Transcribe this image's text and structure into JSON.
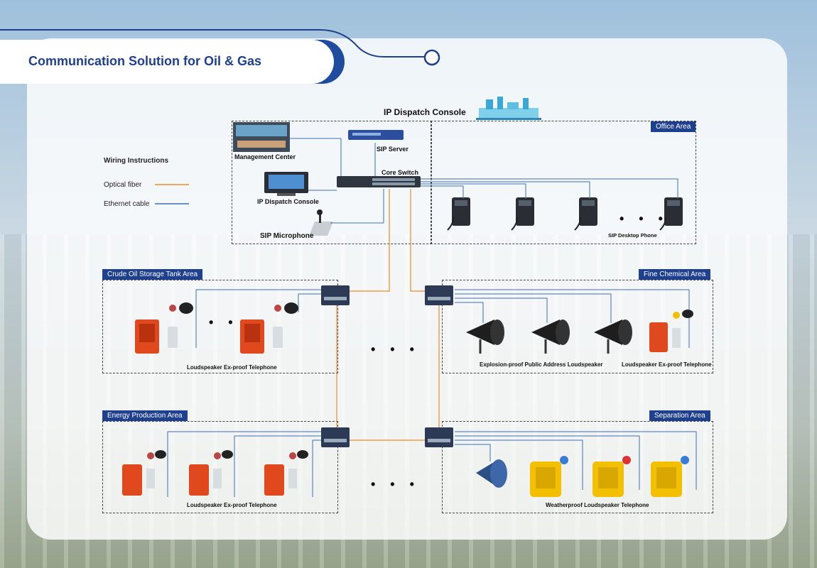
{
  "title": "Communication Solution for Oil & Gas",
  "dispatch": {
    "heading": "IP Dispatch Console",
    "management_center": "Management Center",
    "sip_server": "SIP Server",
    "core_switch": "Core Switch",
    "ip_dispatch_console": "IP Dispatch Console",
    "sip_microphone": "SIP Microphone"
  },
  "office": {
    "tag": "Office Area",
    "phone_label": "SIP Desktop Phone"
  },
  "wiring": {
    "title": "Wiring Instructions",
    "optical": "Optical fiber",
    "ethernet": "Ethernet cable",
    "optical_color": "#f08a24",
    "ethernet_color": "#3d6fb6"
  },
  "areas": {
    "crude": {
      "tag": "Crude Oil Storage Tank Area",
      "device": "Loudspeaker Ex-proof Telephone"
    },
    "fine": {
      "tag": "Fine Chemical Area",
      "device1": "Explosion-proof Public Address Loudspeaker",
      "device2": "Loudspeaker Ex-proof Telephone"
    },
    "energy": {
      "tag": "Energy Production Area",
      "device": "Loudspeaker Ex-proof Telephone"
    },
    "separation": {
      "tag": "Separation Area",
      "device": "Weatherproof Loudspeaker Telephone"
    }
  },
  "ellipsis": "• • •"
}
